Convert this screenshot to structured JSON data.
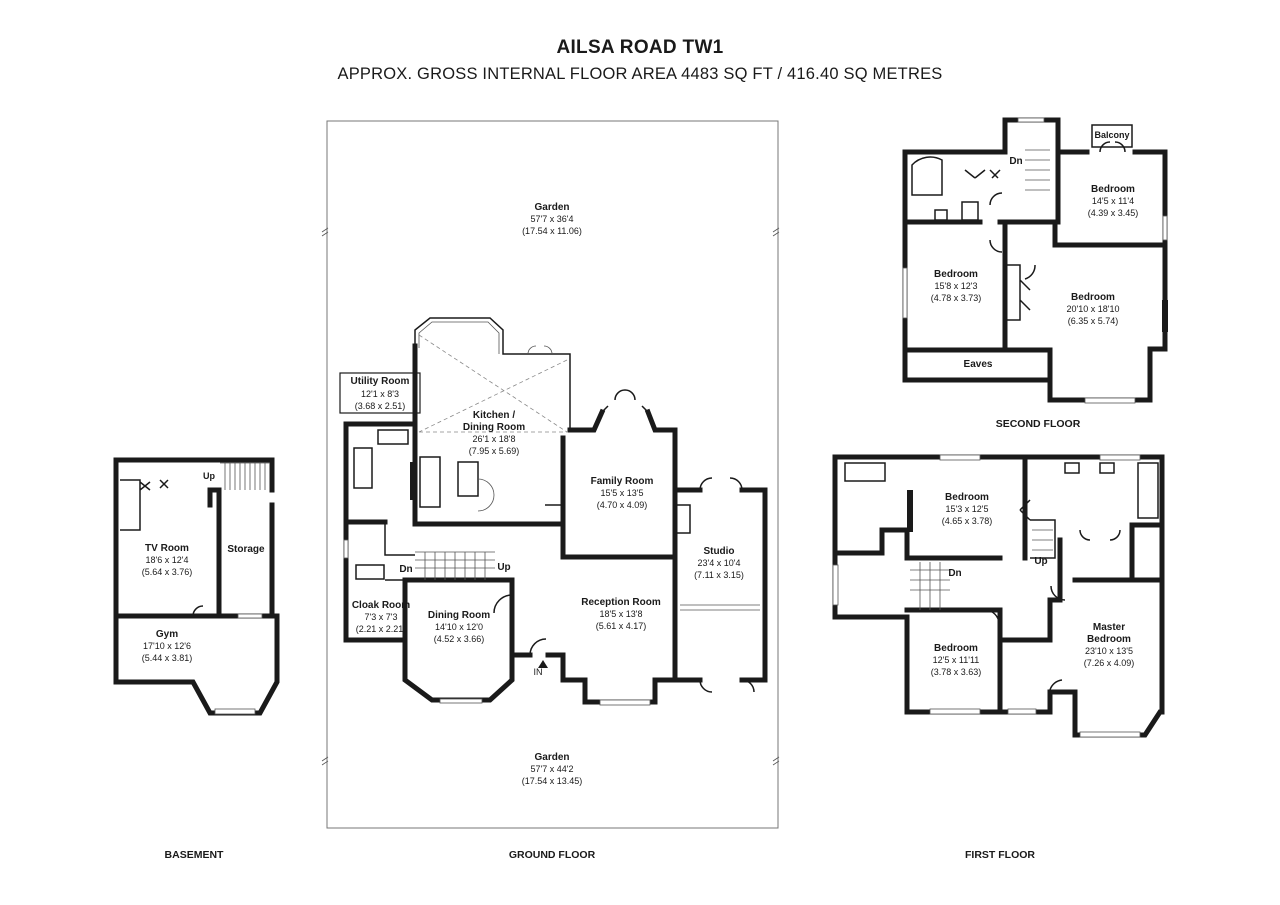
{
  "header": {
    "title": "AILSA ROAD  TW1",
    "subtitle": "APPROX. GROSS INTERNAL FLOOR AREA 4483 SQ FT / 416.40 SQ METRES"
  },
  "floors": {
    "basement": "BASEMENT",
    "ground": "GROUND FLOOR",
    "first": "FIRST FLOOR",
    "second": "SECOND FLOOR"
  },
  "rooms": {
    "garden_top": {
      "name": "Garden",
      "imperial": "57'7 x 36'4",
      "metric": "(17.54 x 11.06)"
    },
    "garden_bottom": {
      "name": "Garden",
      "imperial": "57'7 x 44'2",
      "metric": "(17.54 x 13.45)"
    },
    "utility": {
      "name": "Utility Room",
      "imperial": "12'1 x 8'3",
      "metric": "(3.68 x 2.51)"
    },
    "kitchen": {
      "name1": "Kitchen /",
      "name2": "Dining Room",
      "imperial": "26'1 x 18'8",
      "metric": "(7.95 x 5.69)"
    },
    "family": {
      "name": "Family Room",
      "imperial": "15'5 x 13'5",
      "metric": "(4.70 x 4.09)"
    },
    "studio": {
      "name": "Studio",
      "imperial": "23'4 x 10'4",
      "metric": "(7.11 x 3.15)"
    },
    "reception": {
      "name": "Reception Room",
      "imperial": "18'5 x 13'8",
      "metric": "(5.61 x 4.17)"
    },
    "dining": {
      "name": "Dining Room",
      "imperial": "14'10 x 12'0",
      "metric": "(4.52 x 3.66)"
    },
    "cloak": {
      "name": "Cloak Room",
      "imperial": "7'3 x 7'3",
      "metric": "(2.21 x 2.21)"
    },
    "tv": {
      "name": "TV Room",
      "imperial": "18'6 x 12'4",
      "metric": "(5.64 x 3.76)"
    },
    "storage": {
      "name": "Storage"
    },
    "gym": {
      "name": "Gym",
      "imperial": "17'10 x 12'6",
      "metric": "(5.44 x 3.81)"
    },
    "sf_bed1": {
      "name": "Bedroom",
      "imperial": "14'5 x 11'4",
      "metric": "(4.39 x 3.45)"
    },
    "sf_bed2": {
      "name": "Bedroom",
      "imperial": "15'8 x 12'3",
      "metric": "(4.78 x 3.73)"
    },
    "sf_bed3": {
      "name": "Bedroom",
      "imperial": "20'10 x 18'10",
      "metric": "(6.35 x 5.74)"
    },
    "eaves": {
      "name": "Eaves"
    },
    "balcony": {
      "name": "Balcony"
    },
    "ff_bed1": {
      "name": "Bedroom",
      "imperial": "15'3 x 12'5",
      "metric": "(4.65 x 3.78)"
    },
    "ff_bed2": {
      "name": "Bedroom",
      "imperial": "12'5 x 11'11",
      "metric": "(3.78 x 3.63)"
    },
    "master": {
      "name1": "Master",
      "name2": "Bedroom",
      "imperial": "23'10 x 13'5",
      "metric": "(7.26 x 4.09)"
    }
  },
  "marks": {
    "up": "Up",
    "dn": "Dn",
    "in": "IN"
  }
}
